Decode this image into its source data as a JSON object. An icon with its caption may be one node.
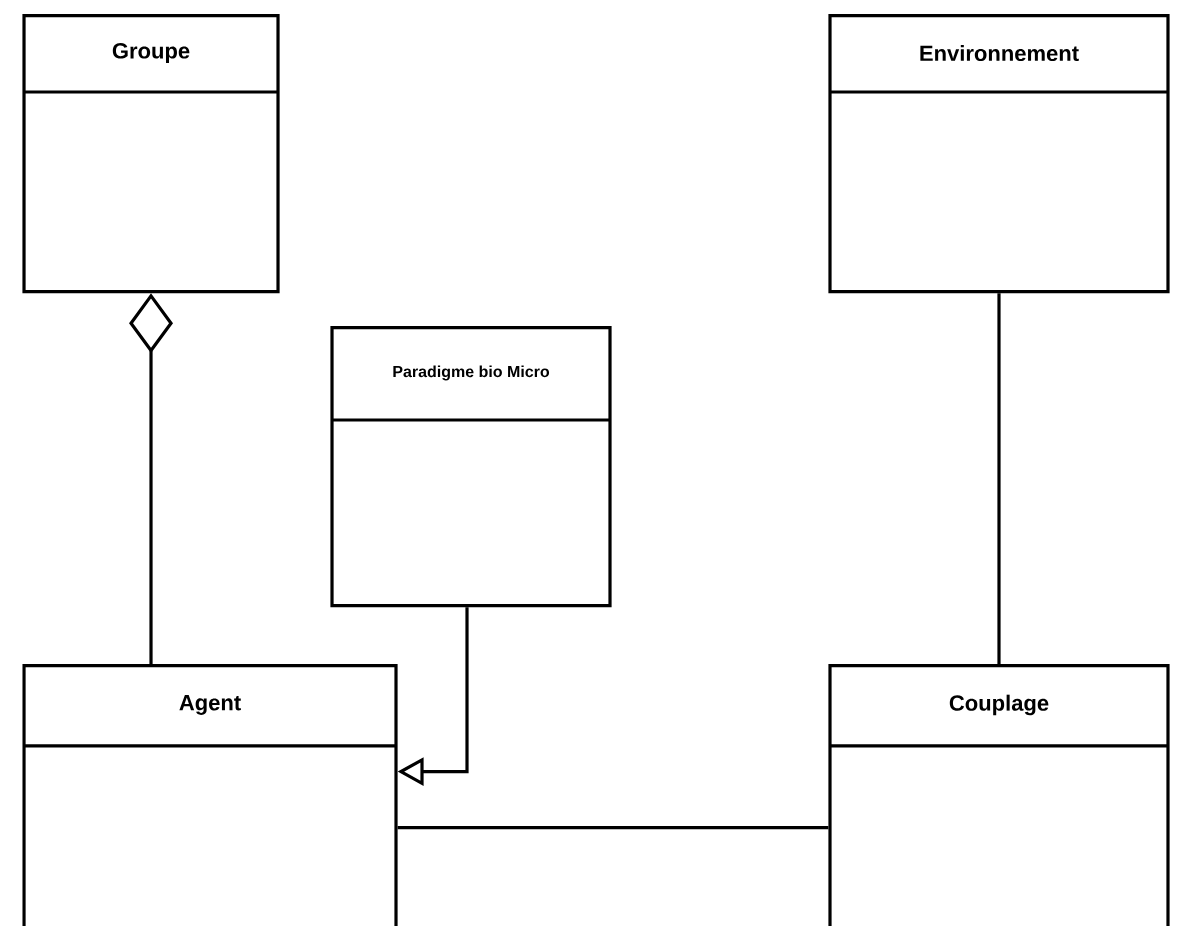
{
  "diagram": {
    "nodes": [
      {
        "text": [
          "Groupe"
        ]
      },
      {
        "text": [
          "Environnement"
        ]
      },
      {
        "text": [
          "Paradigme bio Micro"
        ]
      },
      {
        "text": [
          "Agent"
        ]
      },
      {
        "text": [
          "Couplage"
        ]
      }
    ],
    "edges": [
      {
        "from": 0,
        "to": 3,
        "arrow": "other"
      },
      {
        "from": 2,
        "to": 3,
        "arrow": "to"
      },
      {
        "from": 1,
        "to": 4,
        "arrow": "none"
      },
      {
        "from": 3,
        "to": 4,
        "arrow": "none"
      }
    ]
  }
}
